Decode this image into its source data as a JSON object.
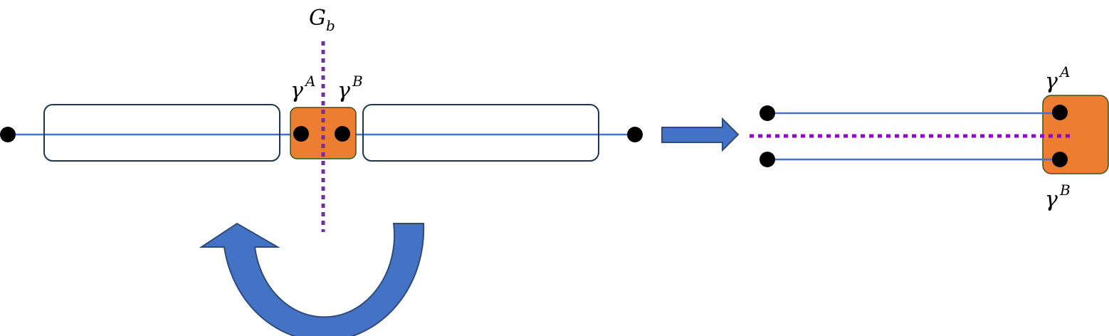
{
  "labels": {
    "gb_main": "G",
    "gb_sub": "b",
    "gamma": "γ",
    "sup_a": "A",
    "sup_b": "B"
  },
  "colors": {
    "line": "#4472c4",
    "arrow_fill": "#4472c4",
    "arrow_stroke": "#2f4b7c",
    "box_fill": "#ed7d31",
    "box_stroke": "#3a5222",
    "outline_stroke": "#1f3552",
    "dotted": "#7030a0",
    "dotted_right": "#9400d3",
    "dot": "#000000"
  }
}
